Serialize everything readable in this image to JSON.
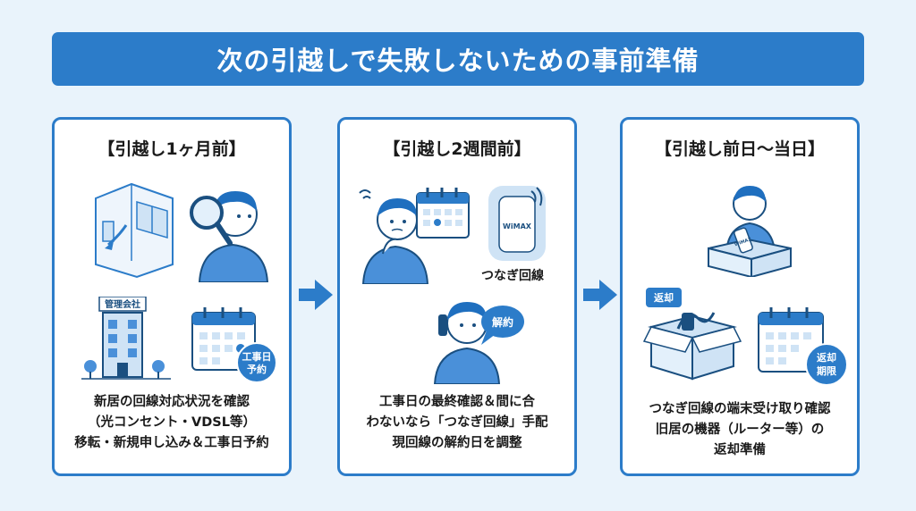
{
  "title": "次の引越しで失敗しないための事前準備",
  "colors": {
    "primary": "#2c7cc9",
    "light": "#cfe3f5",
    "background": "#e9f3fb"
  },
  "cards": [
    {
      "heading": "【引越し1ヶ月前】",
      "lines": [
        "新居の回線対応状況を確認",
        "（光コンセント・VDSL等）",
        "移転・新規申し込み＆工事日予約"
      ],
      "building_label": "管理会社",
      "calendar_badge": [
        "工事日",
        "予約"
      ]
    },
    {
      "heading": "【引越し2週間前】",
      "lines": [
        "工事日の最終確認＆間に合",
        "わないなら「つなぎ回線」手配",
        "現回線の解約日を調整"
      ],
      "router_label": "WiMAX",
      "router_caption": "つなぎ回線",
      "bubble_text": "解約"
    },
    {
      "heading": "【引越し前日〜当日】",
      "lines": [
        "つなぎ回線の端末受け取り確認",
        "旧居の機器（ルーター等）の",
        "返却準備"
      ],
      "box_label": "WiMAX",
      "return_badge": "返却",
      "calendar_badge": [
        "返却",
        "期限"
      ]
    }
  ],
  "icons": [
    "house-corner-icon",
    "magnifier-icon",
    "person-icon",
    "office-building-icon",
    "calendar-icon",
    "router-icon",
    "phone-icon",
    "speech-bubble-icon",
    "cardboard-box-icon",
    "right-arrow-icon"
  ]
}
